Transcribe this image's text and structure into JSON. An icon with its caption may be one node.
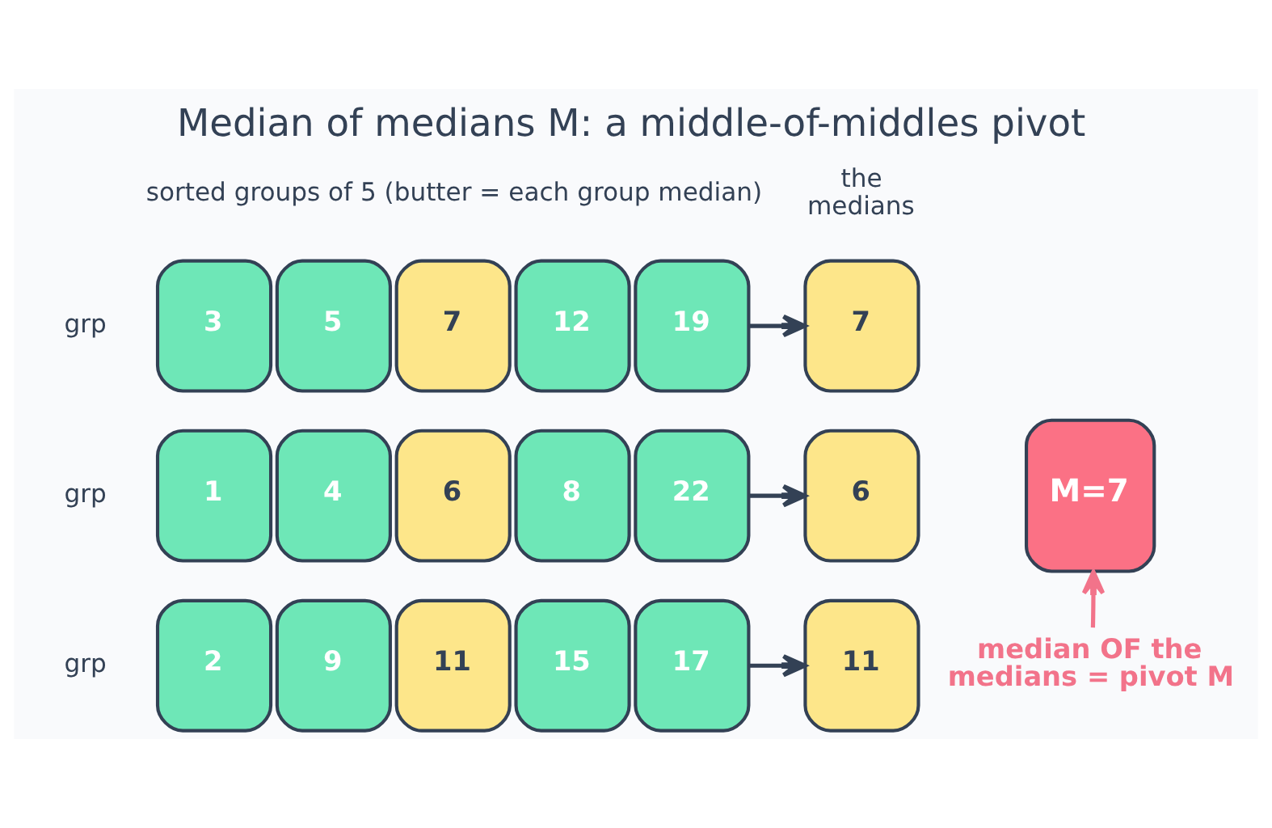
{
  "diagram": {
    "title": "Median of medians M: a middle-of-middles pivot",
    "nodes": [
      {
        "text": [
          "3"
        ]
      },
      {
        "text": [
          "5"
        ]
      },
      {
        "text": [
          "7"
        ]
      },
      {
        "text": [
          "12"
        ]
      },
      {
        "text": [
          "19"
        ]
      },
      {
        "text": [
          "7"
        ]
      },
      {
        "text": [
          "1"
        ]
      },
      {
        "text": [
          "4"
        ]
      },
      {
        "text": [
          "6"
        ]
      },
      {
        "text": [
          "8"
        ]
      },
      {
        "text": [
          "22"
        ]
      },
      {
        "text": [
          "6"
        ]
      },
      {
        "text": [
          "M=7"
        ]
      },
      {
        "text": [
          "2"
        ]
      },
      {
        "text": [
          "9"
        ]
      },
      {
        "text": [
          "11"
        ]
      },
      {
        "text": [
          "15"
        ]
      },
      {
        "text": [
          "17"
        ]
      },
      {
        "text": [
          "11"
        ]
      },
      {
        "text": [
          "median OF the medians = pivot M"
        ]
      }
    ],
    "edges": [
      {
        "from": 4,
        "to": 5,
        "arrow": "to"
      },
      {
        "from": 10,
        "to": 11,
        "arrow": "to"
      },
      {
        "from": 17,
        "to": 18,
        "arrow": "to"
      },
      {
        "from": 19,
        "to": 12,
        "arrow": "to",
        "color": "#f2738a"
      }
    ],
    "labels": [
      "sorted groups of 5 (butter = each group median)",
      "the medians",
      "grp",
      "grp",
      "grp"
    ]
  }
}
